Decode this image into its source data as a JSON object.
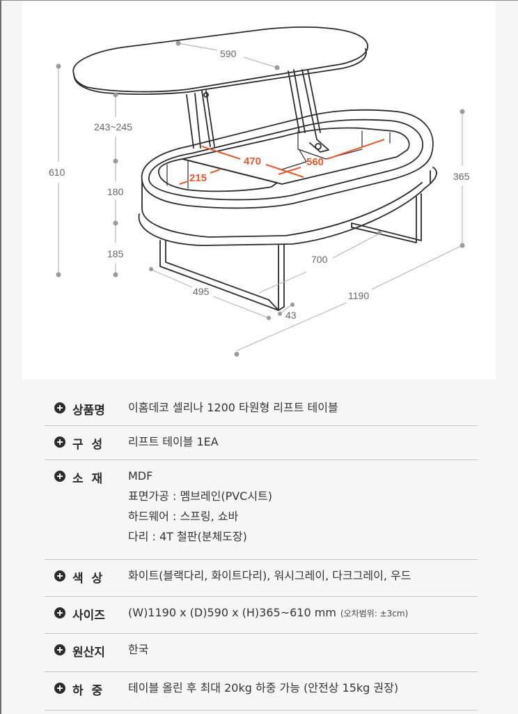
{
  "diagram": {
    "dimensions": {
      "top_depth": "590",
      "total_height": "610",
      "lift_gap": "243~245",
      "body_height": "180",
      "leg_height": "185",
      "closed_height": "365",
      "base_length": "700",
      "base_depth": "495",
      "leg_width": "43",
      "total_width": "1190",
      "inner_width_left": "215",
      "inner_length_mid": "470",
      "inner_length_right": "560"
    },
    "colors": {
      "line": "#2a2a2a",
      "dim_line": "#b5b5b5",
      "dim_dot": "#999999",
      "accent": "#e8582c"
    }
  },
  "specs": [
    {
      "label": "상품명",
      "values": [
        "이홈데코 셀리나 1200 타원형 리프트 테이블"
      ]
    },
    {
      "label": "구  성",
      "values": [
        "리프트 테이블 1EA"
      ]
    },
    {
      "label": "소  재",
      "values": [
        "MDF",
        "표면가공 : 멤브레인(PVC시트)",
        "하드웨어 : 스프링, 쇼바",
        "다리 : 4T 철판(분체도장)"
      ]
    },
    {
      "label": "색  상",
      "values": [
        "화이트(블랙다리, 화이트다리), 워시그레이, 다크그레이, 우드"
      ]
    },
    {
      "label": "사이즈",
      "values": [
        "(W)1190 x (D)590 x (H)365~610 mm"
      ],
      "note": "(오차범위: ±3cm)"
    },
    {
      "label": "원산지",
      "values": [
        "한국"
      ]
    },
    {
      "label": "하  중",
      "values": [
        "테이블 올린 후 최대 20kg 하중 가능 (안전상 15kg 권장)"
      ]
    }
  ]
}
